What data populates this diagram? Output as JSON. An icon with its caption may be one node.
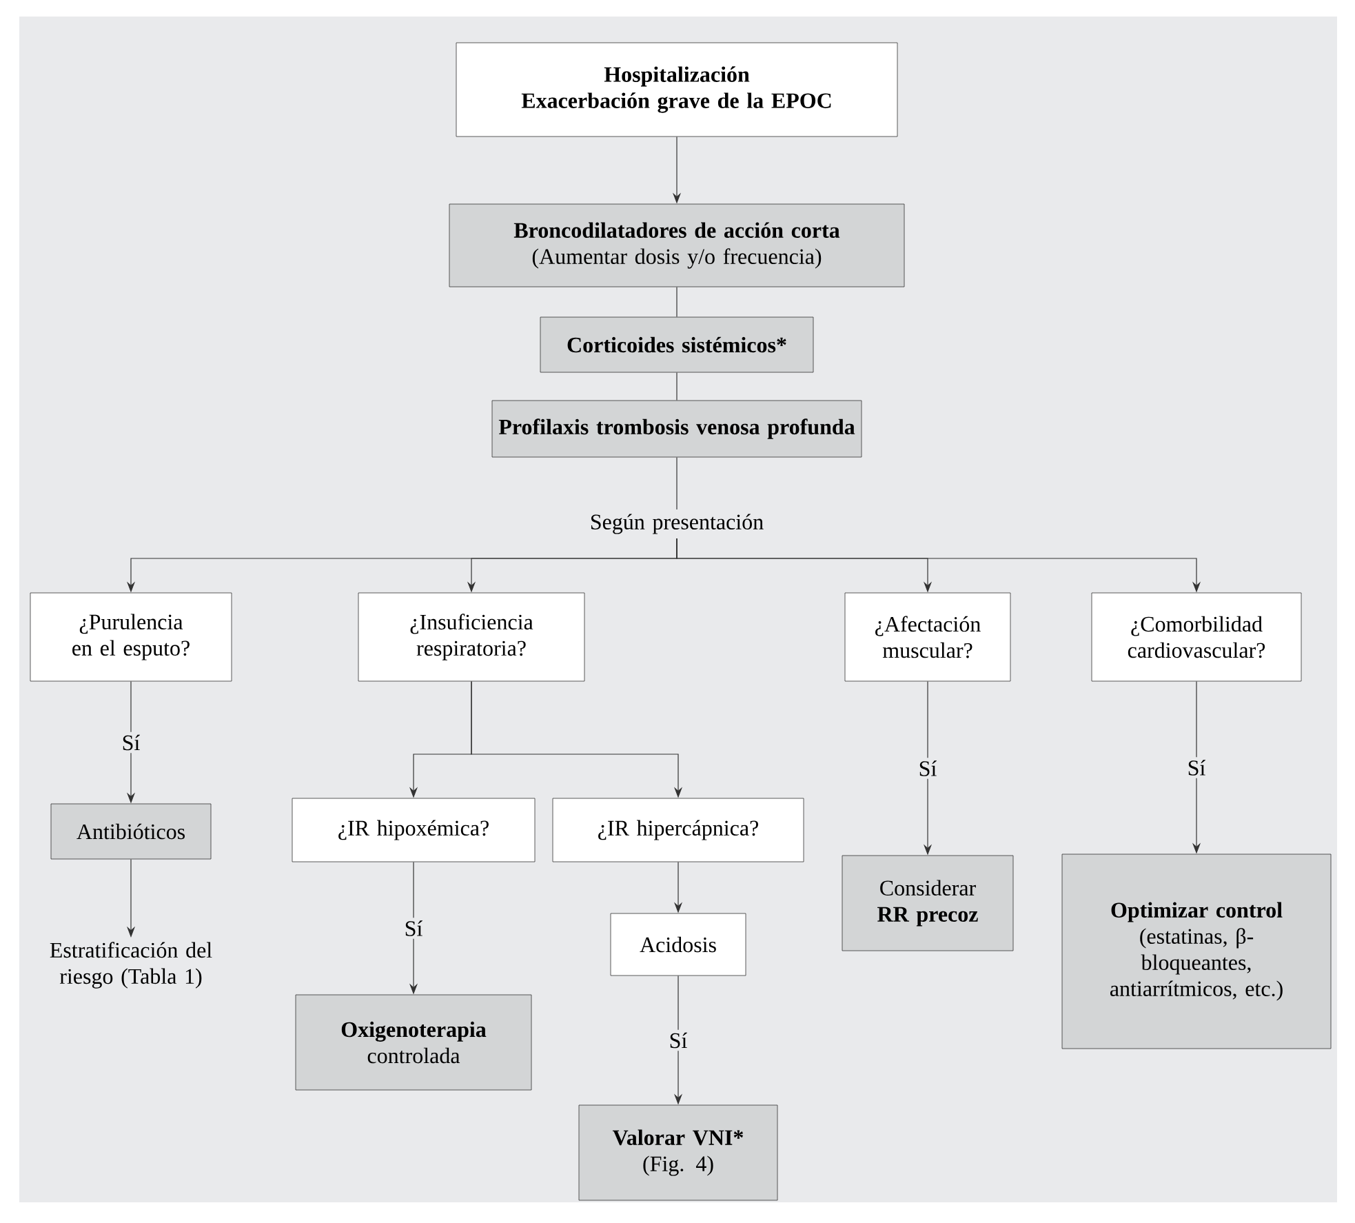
{
  "diagram": {
    "nodes": [
      {
        "text": [
          "Hospitalización",
          "Exacerbación grave de la EPOC"
        ]
      },
      {
        "text": [
          "Broncodilatadores de acción corta",
          "(Aumentar dosis y/o frecuencia)"
        ]
      },
      {
        "text": [
          "Corticoides sistémicos*"
        ]
      },
      {
        "text": [
          "Profilaxis trombosis venosa profunda"
        ]
      },
      {
        "text": [
          "Según presentación"
        ]
      },
      {
        "text": [
          "¿Purulencia en el esputo?"
        ]
      },
      {
        "text": [
          "¿Insuficiencia respiratoria?"
        ]
      },
      {
        "text": [
          "¿Afectación muscular?"
        ]
      },
      {
        "text": [
          "¿Comorbilidad cardiovascular?"
        ]
      },
      {
        "text": [
          "Antibióticos"
        ]
      },
      {
        "text": [
          "Estratificación del riesgo (Tabla 1)"
        ]
      },
      {
        "text": [
          "¿IR hipoxémica?"
        ]
      },
      {
        "text": [
          "¿IR hipercápnica?"
        ]
      },
      {
        "text": [
          "Oxigenoterapia",
          "controlada"
        ]
      },
      {
        "text": [
          "Acidosis"
        ]
      },
      {
        "text": [
          "Valorar VNI*",
          "(Fig. 4)"
        ]
      },
      {
        "text": [
          "Considerar",
          "RR precoz"
        ]
      },
      {
        "text": [
          "Optimizar control",
          "(estatinas, β-bloqueantes, antiarrítmicos, etc.)"
        ]
      }
    ],
    "edges": [
      {
        "from": 0,
        "to": 1,
        "arrow": "to"
      },
      {
        "from": 1,
        "to": 2,
        "arrow": "none"
      },
      {
        "from": 2,
        "to": 3,
        "arrow": "none"
      },
      {
        "from": 3,
        "to": 4,
        "arrow": "none"
      },
      {
        "from": 4,
        "to": 5,
        "arrow": "to"
      },
      {
        "from": 4,
        "to": 6,
        "arrow": "to"
      },
      {
        "from": 4,
        "to": 7,
        "arrow": "to"
      },
      {
        "from": 4,
        "to": 8,
        "arrow": "to"
      },
      {
        "from": 5,
        "to": 9,
        "arrow": "to",
        "label": "Sí"
      },
      {
        "from": 9,
        "to": 10,
        "arrow": "to"
      },
      {
        "from": 6,
        "to": 11,
        "arrow": "to"
      },
      {
        "from": 6,
        "to": 12,
        "arrow": "to"
      },
      {
        "from": 11,
        "to": 13,
        "arrow": "to",
        "label": "Sí"
      },
      {
        "from": 12,
        "to": 14,
        "arrow": "to"
      },
      {
        "from": 14,
        "to": 15,
        "arrow": "to",
        "label": "Sí"
      },
      {
        "from": 7,
        "to": 16,
        "arrow": "to",
        "label": "Sí"
      },
      {
        "from": 8,
        "to": 17,
        "arrow": "to",
        "label": "Sí"
      }
    ]
  }
}
